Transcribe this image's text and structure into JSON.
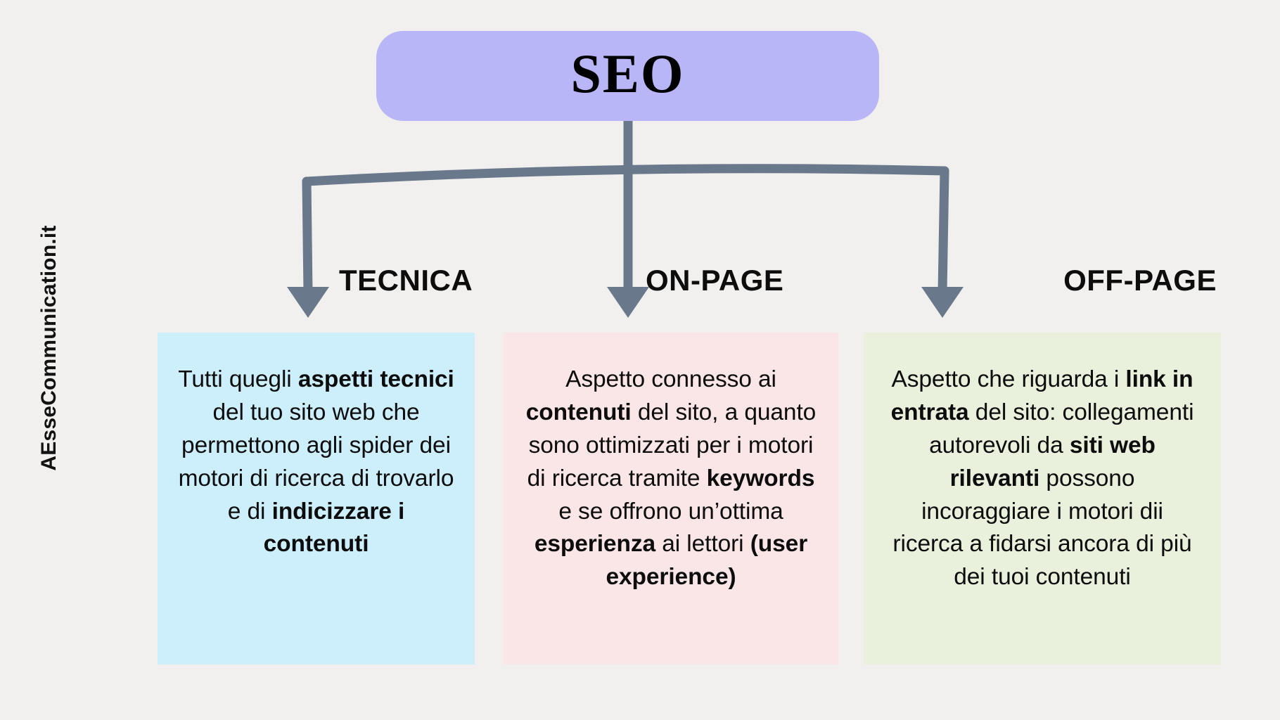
{
  "watermark": {
    "text": "AEsseCommunication.it"
  },
  "root": {
    "label": "SEO",
    "color": "#b8b6f6"
  },
  "connector": {
    "color": "#69788a"
  },
  "branches": [
    {
      "label": "TECNICA",
      "box_color": "#cdeefb",
      "text_runs": [
        {
          "text": "Tutti quegli ",
          "bold": false
        },
        {
          "text": "aspetti tecnici",
          "bold": true
        },
        {
          "text": " del tuo sito web che permettono agli spider dei motori di ricerca di trovarlo e di ",
          "bold": false
        },
        {
          "text": "indicizzare i contenuti",
          "bold": true
        }
      ]
    },
    {
      "label": "ON-PAGE",
      "box_color": "#fbe6e7",
      "text_runs": [
        {
          "text": "Aspetto connesso ai ",
          "bold": false
        },
        {
          "text": "contenuti",
          "bold": true
        },
        {
          "text": " del sito, a quanto sono ottimizzati per i motori di ricerca tramite ",
          "bold": false
        },
        {
          "text": "keywords",
          "bold": true
        },
        {
          "text": " e se offrono un’ottima ",
          "bold": false
        },
        {
          "text": "esperienza",
          "bold": true
        },
        {
          "text": " ai lettori ",
          "bold": false
        },
        {
          "text": "(user experience)",
          "bold": true
        }
      ]
    },
    {
      "label": "OFF-PAGE",
      "box_color": "#e9f1dd",
      "text_runs": [
        {
          "text": "Aspetto che riguarda i ",
          "bold": false
        },
        {
          "text": "link in entrata",
          "bold": true
        },
        {
          "text": " del sito: collegamenti autorevoli da ",
          "bold": false
        },
        {
          "text": "siti web rilevanti",
          "bold": true
        },
        {
          "text": " possono incoraggiare i motori dii ricerca a fidarsi ancora di più dei tuoi contenuti",
          "bold": false
        }
      ]
    }
  ],
  "background_color": "#f1f0ee"
}
